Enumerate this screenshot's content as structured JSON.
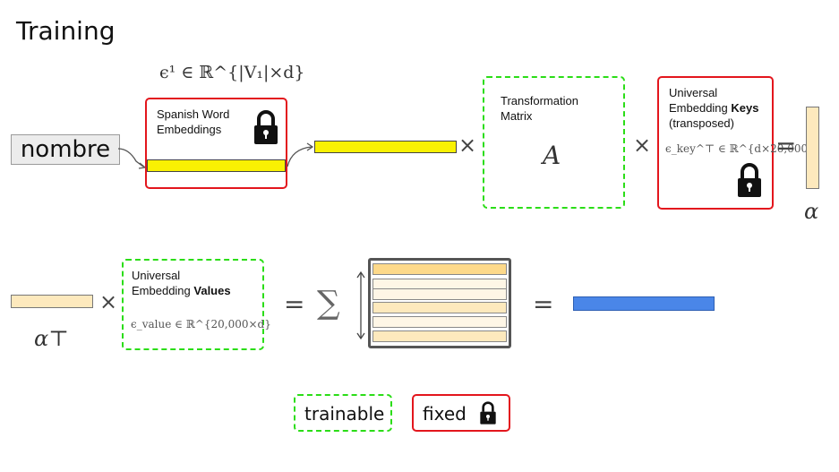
{
  "title": "Training",
  "input_word": "nombre",
  "spanish_embeddings": {
    "label_line1": "Spanish Word",
    "label_line2": "Embeddings",
    "math": "ϵ¹ ∈ ℝ^{|V₁|×d}"
  },
  "transformation": {
    "label_line1": "Transformation",
    "label_line2": "Matrix",
    "symbol": "A"
  },
  "keys": {
    "label_line1": "Universal",
    "label_line2_prefix": "Embedding ",
    "label_line2_bold": "Keys",
    "label_line3": "(transposed)",
    "math": "ϵ_key^⊤ ∈ ℝ^{d×20,000}"
  },
  "alpha_symbol": "α",
  "alpha_transpose_symbol": "α⊤",
  "values": {
    "label_line1": "Universal",
    "label_line2_prefix": "Embedding ",
    "label_line2_bold": "Values",
    "math": "ϵ_value ∈ ℝ^{20,000×d}"
  },
  "operators": {
    "times": "×",
    "equals": "=",
    "sum": "∑"
  },
  "legend": {
    "trainable": "trainable",
    "fixed": "fixed"
  },
  "colors": {
    "fixed_border": "#e3161d",
    "trainable_border": "#2bdd17",
    "yellow": "#f9f103",
    "beige": "#fde9bd",
    "orange_row": "#fdd98a",
    "output_blue": "#4a86e8"
  }
}
